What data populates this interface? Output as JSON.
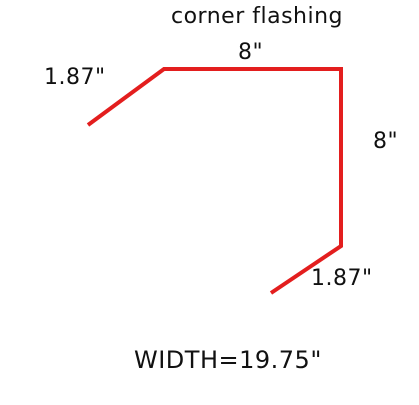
{
  "diagram": {
    "title": "corner flashing",
    "line_color": "#e31e1e",
    "segments": {
      "left_flange": "1.87\"",
      "top_face": "8\"",
      "right_face": "8\"",
      "bottom_flange": "1.87\""
    },
    "total_width": "WIDTH=19.75\""
  }
}
